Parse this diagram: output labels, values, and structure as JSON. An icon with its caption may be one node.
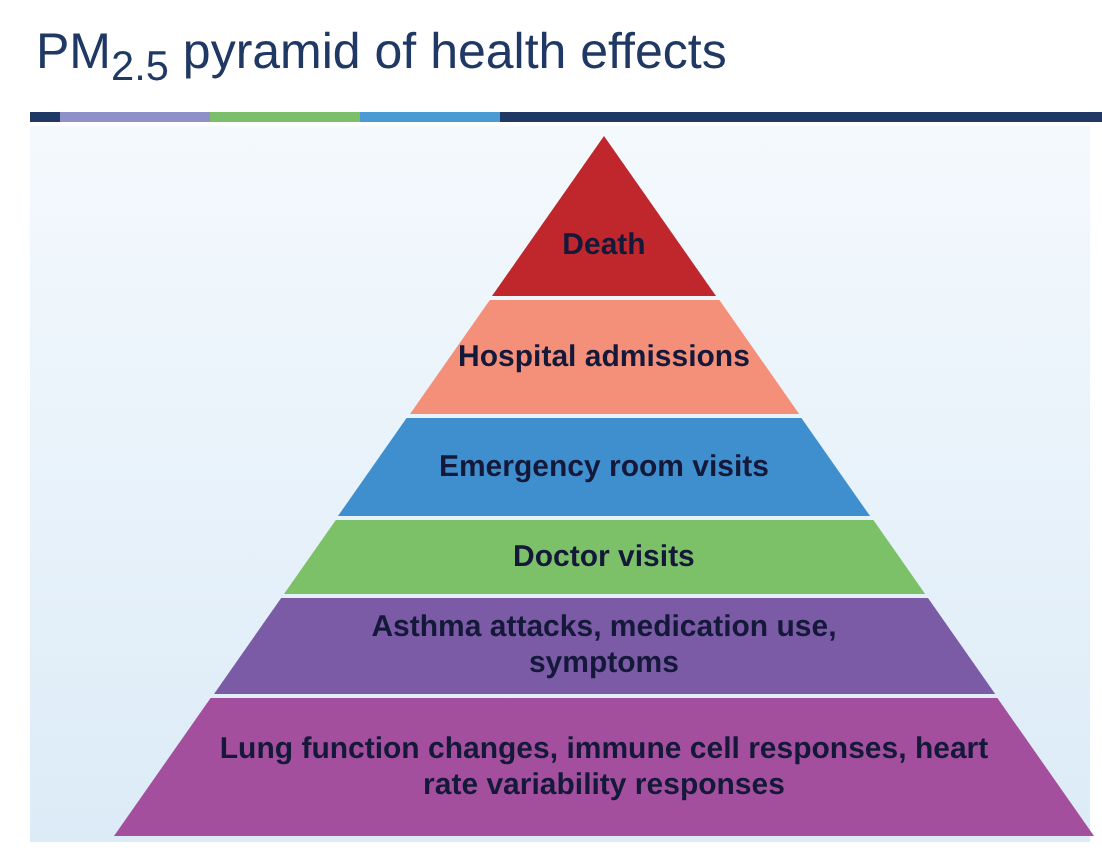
{
  "diagram": {
    "title": "PM$_{2.5}$ pyramid of health effects",
    "nodes": [
      {
        "text": [
          "Death"
        ]
      },
      {
        "text": [
          "Hospital admissions"
        ]
      },
      {
        "text": [
          "Emergency room visits"
        ]
      },
      {
        "text": [
          "Doctor visits"
        ]
      },
      {
        "text": [
          "Asthma attacks, medication use, symptoms"
        ]
      },
      {
        "text": [
          "Lung function changes, immune cell responses, heart rate variability responses"
        ]
      }
    ]
  }
}
